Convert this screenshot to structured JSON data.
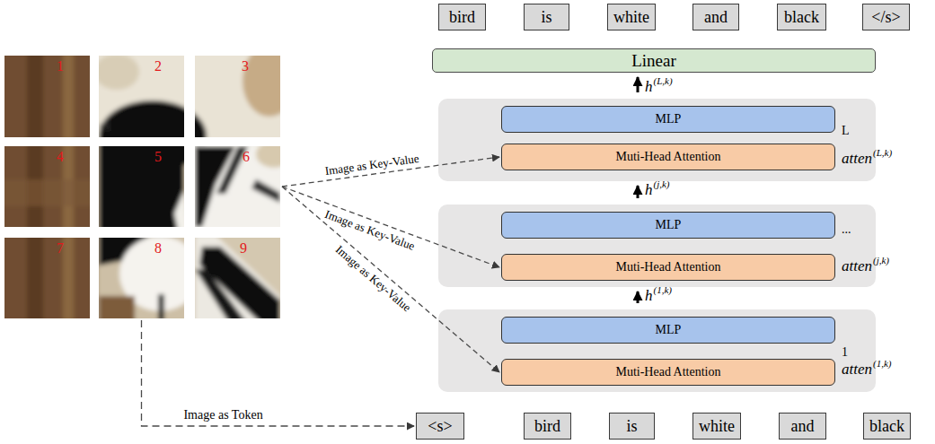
{
  "diagram": {
    "nodes": [
      {
        "text": [
          "1"
        ]
      },
      {
        "text": [
          "2"
        ]
      },
      {
        "text": [
          "3"
        ]
      },
      {
        "text": [
          "4"
        ]
      },
      {
        "text": [
          "5"
        ]
      },
      {
        "text": [
          "6"
        ]
      },
      {
        "text": [
          "7"
        ]
      },
      {
        "text": [
          "8"
        ]
      },
      {
        "text": [
          "9"
        ]
      },
      {
        "text": [
          "bird"
        ]
      },
      {
        "text": [
          "is"
        ]
      },
      {
        "text": [
          "white"
        ]
      },
      {
        "text": [
          "and"
        ]
      },
      {
        "text": [
          "black"
        ]
      },
      {
        "text": [
          "</s>"
        ]
      },
      {
        "text": [
          "Linear"
        ]
      },
      {
        "text": [
          "L"
        ]
      },
      {
        "text": [
          "MLP"
        ],
        "in": 16
      },
      {
        "text": [
          "Muti-Head Attention"
        ],
        "in": 16
      },
      {
        "text": [
          "..."
        ]
      },
      {
        "text": [
          "MLP"
        ],
        "in": 19
      },
      {
        "text": [
          "Muti-Head Attention"
        ],
        "in": 19
      },
      {
        "text": [
          "1"
        ]
      },
      {
        "text": [
          "MLP"
        ],
        "in": 22
      },
      {
        "text": [
          "Muti-Head Attention"
        ],
        "in": 22
      },
      {
        "text": [
          "<s>"
        ]
      },
      {
        "text": [
          "bird"
        ]
      },
      {
        "text": [
          "is"
        ]
      },
      {
        "text": [
          "white"
        ]
      },
      {
        "text": [
          "and"
        ]
      },
      {
        "text": [
          "black"
        ]
      }
    ],
    "edges": [
      {
        "from": 5,
        "to": 18,
        "label": "Image as Key-Value",
        "arrow": "to"
      },
      {
        "from": 5,
        "to": 21,
        "label": "Image as Key-Value",
        "arrow": "to"
      },
      {
        "from": 5,
        "to": 24,
        "label": "Image as Key-Value",
        "arrow": "to"
      },
      {
        "from": 7,
        "to": 25,
        "label": "Image as Token",
        "arrow": "to"
      },
      {
        "from": 16,
        "to": 15,
        "arrow": "to"
      },
      {
        "from": 19,
        "to": 16,
        "arrow": "to"
      },
      {
        "from": 22,
        "to": 19,
        "arrow": "to"
      }
    ],
    "labels": [
      "h",
      "(L,k)",
      "atten",
      "(L,k)",
      "h",
      "(j,k)",
      "atten",
      "(j,k)",
      "h",
      "(1,k)",
      "atten",
      "(1,k)"
    ]
  }
}
